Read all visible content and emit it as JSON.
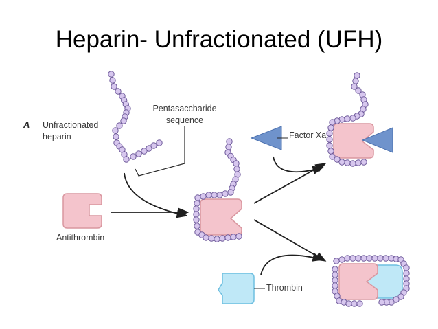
{
  "title": "Heparin- Unfractionated  (UFH)",
  "labels": {
    "panel": "A",
    "ufh_line1": "Unfractionated",
    "ufh_line2": "heparin",
    "penta_line1": "Pentasaccharide",
    "penta_line2": "sequence",
    "antithrombin": "Antithrombin",
    "factor_xa": "Factor Xa",
    "thrombin": "Thrombin"
  },
  "colors": {
    "heparin_bead_fill": "#d7c7ee",
    "heparin_bead_stroke": "#6e5a9a",
    "antithrombin_fill": "#f4c4cc",
    "antithrombin_stroke": "#d9969f",
    "factor_xa_fill": "#6f93cc",
    "thrombin_fill": "#bfe8f7",
    "thrombin_stroke": "#6fbfe0",
    "arrow": "#1f1f1f"
  }
}
